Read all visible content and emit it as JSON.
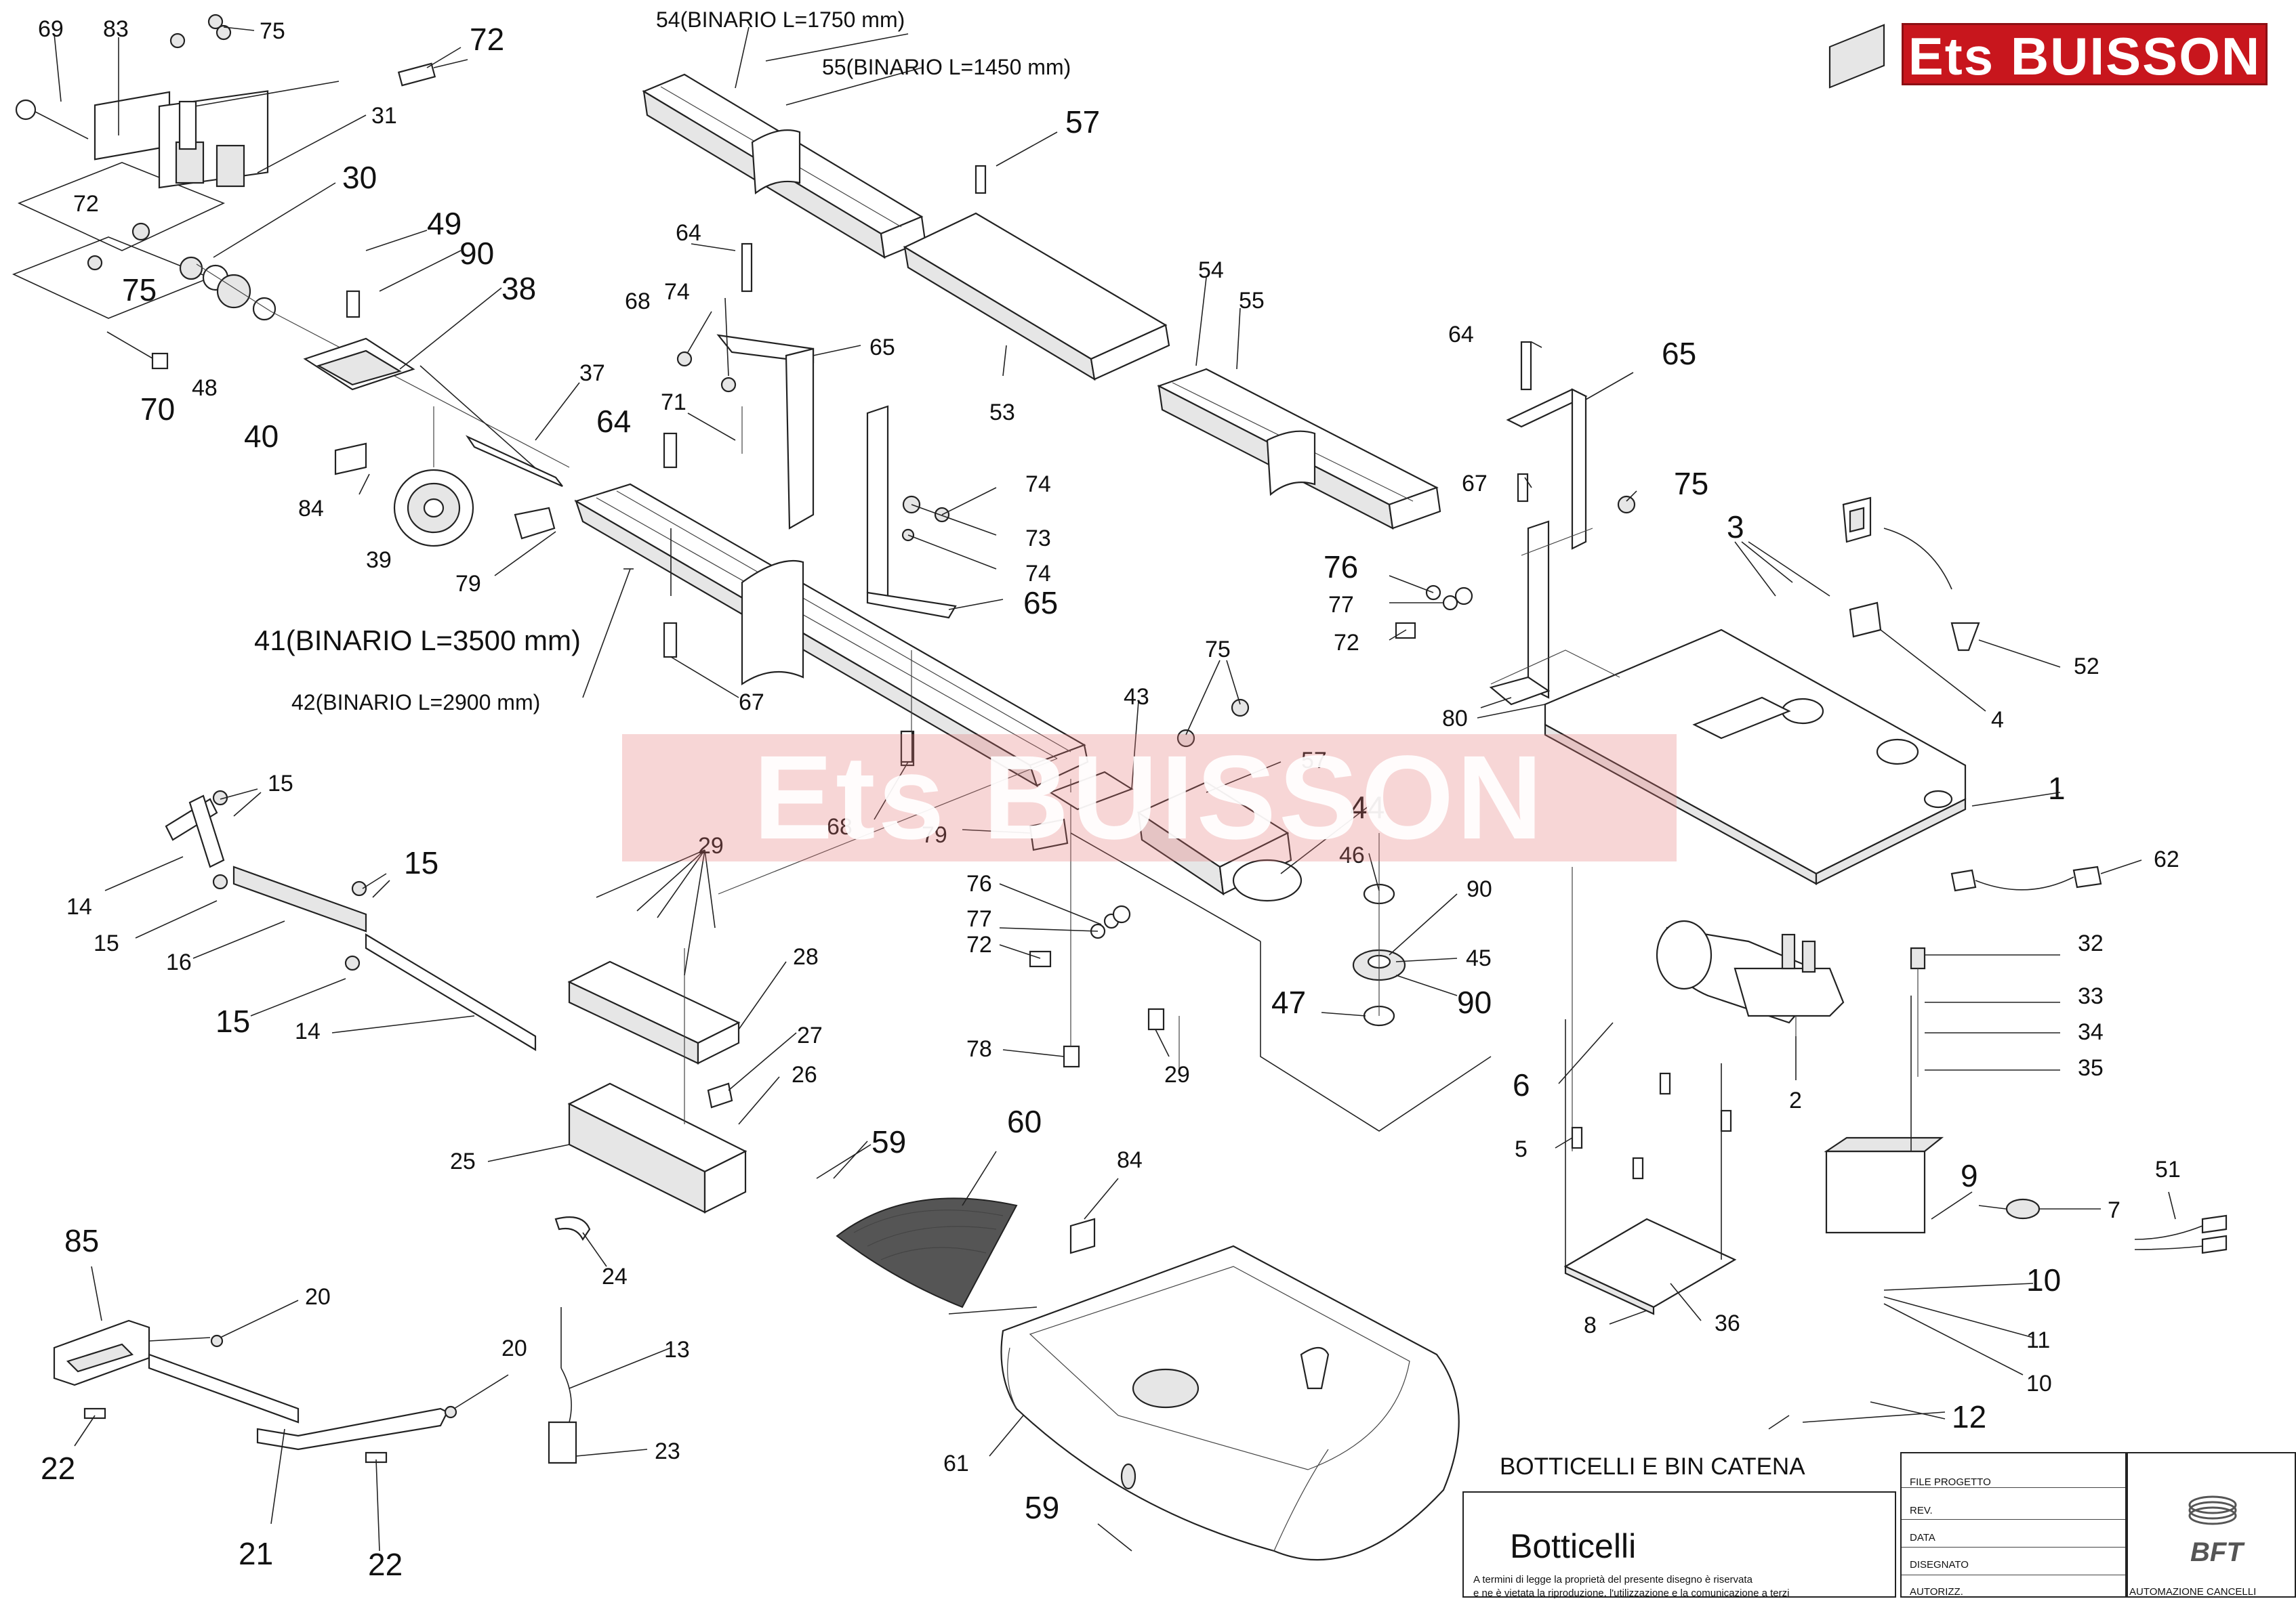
{
  "brand": {
    "logo_text": "Ets BUISSON",
    "watermark_text": "Ets BUISSON"
  },
  "labels": {
    "rail_54": "54(BINARIO L=1750 mm)",
    "rail_55": "55(BINARIO L=1450 mm)",
    "rail_41": "41(BINARIO L=3500 mm)",
    "rail_42": "42(BINARIO L=2900 mm)",
    "n1": "1",
    "n2": "2",
    "n3": "3",
    "n4": "4",
    "n5": "5",
    "n6": "6",
    "n7": "7",
    "n8": "8",
    "n9": "9",
    "n10": "10",
    "n11": "11",
    "n12": "12",
    "n13": "13",
    "n14": "14",
    "n15": "15",
    "n16": "16",
    "n20": "20",
    "n21": "21",
    "n22": "22",
    "n23": "23",
    "n24": "24",
    "n25": "25",
    "n26": "26",
    "n27": "27",
    "n28": "28",
    "n29": "29",
    "n30": "30",
    "n31": "31",
    "n32": "32",
    "n33": "33",
    "n34": "34",
    "n35": "35",
    "n36": "36",
    "n37": "37",
    "n38": "38",
    "n39": "39",
    "n40": "40",
    "n43": "43",
    "n44": "44",
    "n45": "45",
    "n46": "46",
    "n47": "47",
    "n48": "48",
    "n49": "49",
    "n51": "51",
    "n52": "52",
    "n53": "53",
    "n54": "54",
    "n55": "55",
    "n57": "57",
    "n59": "59",
    "n60": "60",
    "n61": "61",
    "n62": "62",
    "n64": "64",
    "n65": "65",
    "n67": "67",
    "n68": "68",
    "n69": "69",
    "n70": "70",
    "n71": "71",
    "n72": "72",
    "n73": "73",
    "n74": "74",
    "n75": "75",
    "n76": "76",
    "n77": "77",
    "n78": "78",
    "n79": "79",
    "n80": "80",
    "n83": "83",
    "n84": "84",
    "n85": "85",
    "n90": "90"
  },
  "title_block": {
    "heading": "BOTTICELLI E BIN CATENA",
    "model": "Botticelli",
    "legal_line_1": "A termini di legge la proprietà del presente disegno è riservata",
    "legal_line_2": "e ne è vietata la riproduzione, l'utilizzazione e la comunicazione a terzi",
    "field_file": "FILE PROGETTO",
    "field_rev": "REV.",
    "field_date": "DATA",
    "field_drawn": "DISEGNATO",
    "field_auth": "AUTORIZZ.",
    "company_logo": "BFT",
    "company_caption": "AUTOMAZIONE CANCELLI"
  }
}
